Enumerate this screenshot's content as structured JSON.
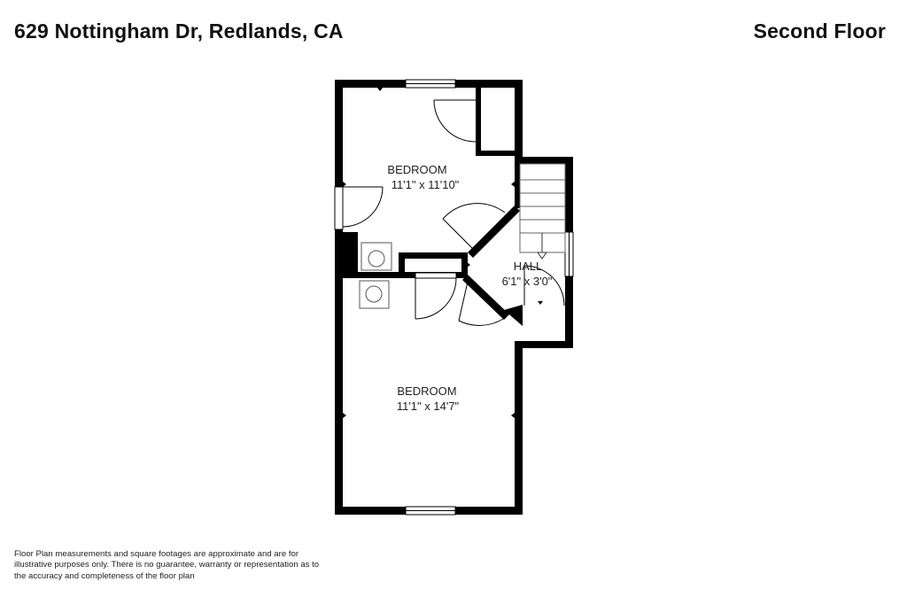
{
  "header": {
    "address": "629 Nottingham Dr, Redlands, CA",
    "floor_label": "Second Floor"
  },
  "rooms": [
    {
      "name": "BEDROOM",
      "dimensions": "11'1\" x 11'10\""
    },
    {
      "name": "HALL",
      "dimensions": "6'1\" x 3'0\""
    },
    {
      "name": "BEDROOM",
      "dimensions": "11'1\" x 14'7\""
    }
  ],
  "disclaimer": "Floor Plan measurements and square footages are approximate and are for illustrative purposes only. There is no guarantee, warranty or representation as to the accuracy and completeness of the floor plan",
  "colors": {
    "wall": "#000000",
    "background": "#ffffff",
    "fixture": "#555555"
  }
}
